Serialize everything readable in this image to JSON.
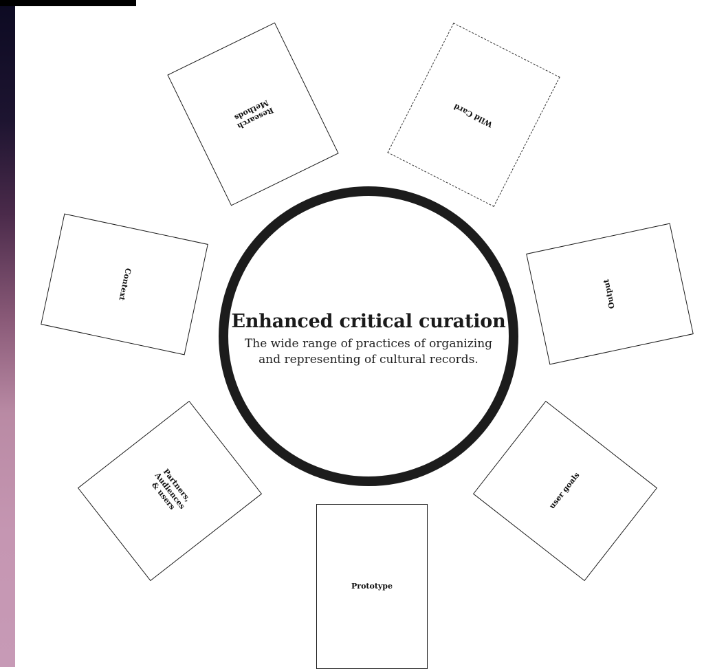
{
  "center": {
    "title": "Enhanced critical curation",
    "subtitle": "The wide range of practices of organizing\nand representing of cultural records."
  },
  "cards": {
    "research_methods": "Research\nMethods",
    "wild_card": "Wild Card",
    "context": "Context",
    "output": "Output",
    "partners": "Partners,\nAudiences\n& users",
    "user_goals": "user goals",
    "prototype": "Prototype"
  }
}
